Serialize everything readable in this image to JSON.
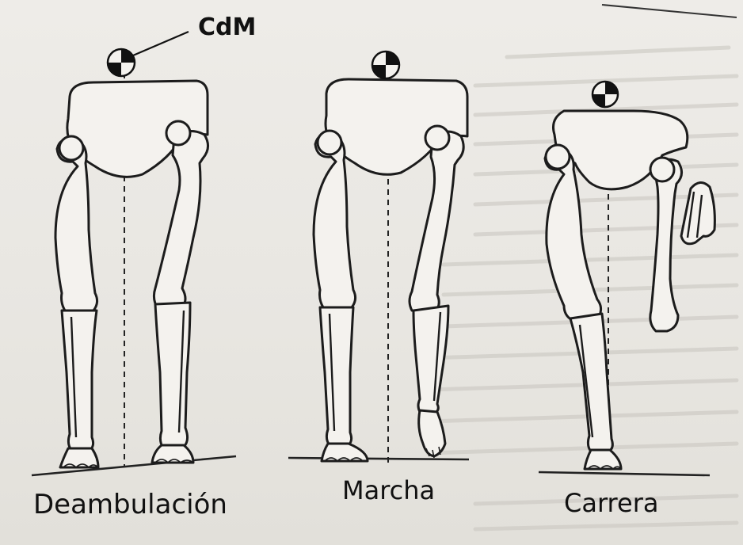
{
  "figure": {
    "com_label": "CdM",
    "panels": [
      {
        "id": "walk",
        "label": "Deambulación"
      },
      {
        "id": "march",
        "label": "Marcha"
      },
      {
        "id": "run",
        "label": "Carrera"
      }
    ]
  }
}
